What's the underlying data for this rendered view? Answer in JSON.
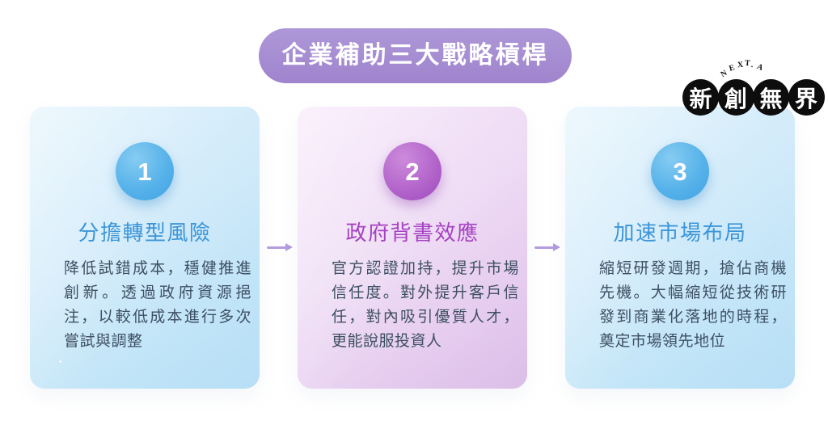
{
  "title": {
    "text": "企業補助三大戰略槓桿"
  },
  "logo": {
    "arc_text": "NEXT.A",
    "circles": [
      "新",
      "創",
      "無",
      "界"
    ]
  },
  "steps": [
    {
      "number": "1",
      "heading": "分擔轉型風險",
      "body": "降低試錯成本，穩健推進創新。透過政府資源挹注，以較低成本進行多次嘗試與調整",
      "theme": "blue"
    },
    {
      "number": "2",
      "heading": "政府背書效應",
      "body": "官方認證加持，提升市場信任度。對外提升客戶信任，對內吸引優質人才，更能說服投資人",
      "theme": "purple"
    },
    {
      "number": "3",
      "heading": "加速市場布局",
      "body": "縮短研發週期，搶佔商機先機。大幅縮短從技術研發到商業化落地的時程，奠定市場領先地位",
      "theme": "blue"
    }
  ],
  "arrows": {
    "glyph": "→",
    "count": 2
  },
  "colors": {
    "title_pill": "#a78fd3",
    "title_text": "#ffffff",
    "card_blue": "#cfeafa",
    "card_pink": "#eedcf4",
    "circle_blue": "#55b1e9",
    "circle_purple": "#b264ca",
    "heading_blue": "#3c96d8",
    "heading_purple": "#a541c2",
    "body_text": "#3e4f63",
    "arrow": "#b29bdf",
    "logo_circle": "#0d0d0d",
    "logo_text": "#ffffff"
  }
}
